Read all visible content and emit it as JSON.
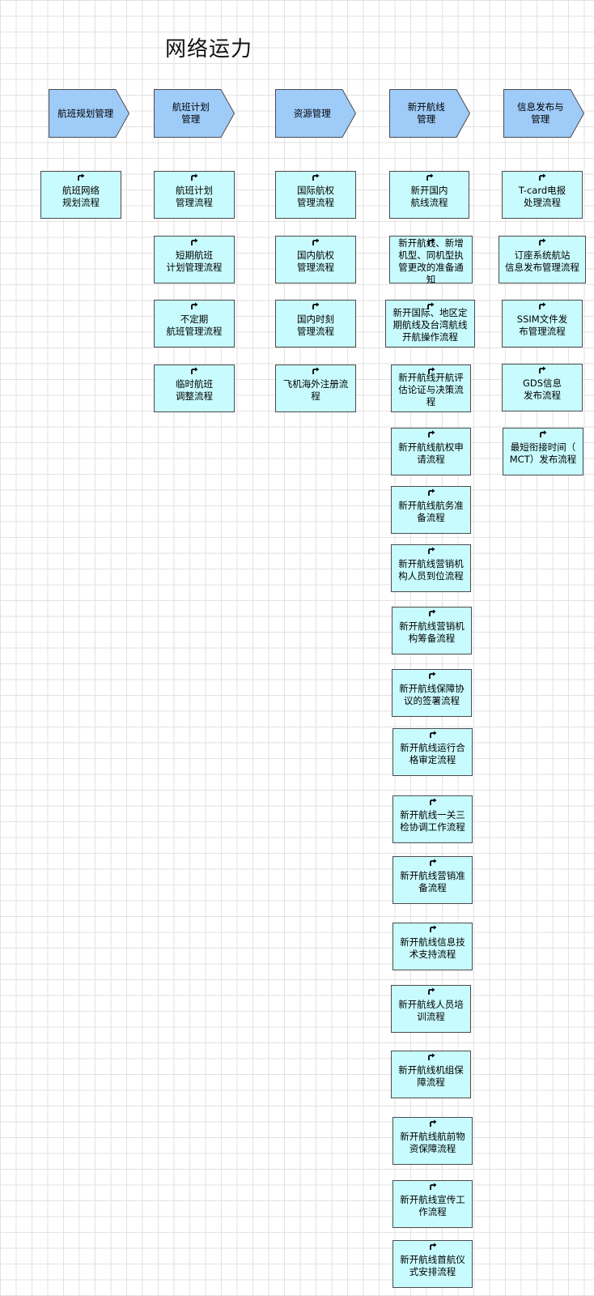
{
  "title": "网络运力",
  "lanes": [
    {
      "header": "航班规划管理",
      "items": [
        "航班网络\n规划流程"
      ]
    },
    {
      "header": "航班计划\n管理",
      "items": [
        "航班计划\n管理流程",
        "短期航班\n计划管理流程",
        "不定期\n航班管理流程",
        "临时航班\n调整流程"
      ]
    },
    {
      "header": "资源管理",
      "items": [
        "国际航权\n管理流程",
        "国内航权\n管理流程",
        "国内时刻\n管理流程",
        "飞机海外注册流\n程"
      ]
    },
    {
      "header": "新开航线\n管理",
      "items": [
        "新开国内\n航线流程",
        "新开航线、新增\n机型、同机型执\n管更改的准备通\n知",
        "新开国际、地区定\n期航线及台湾航线\n开航操作流程",
        "新开航线开航评\n估论证与决策流\n程",
        "新开航线航权申\n请流程",
        "新开航线航务准\n备流程",
        "新开航线营销机\n构人员到位流程",
        "新开航线营销机\n构筹备流程",
        "新开航线保障协\n议的签署流程",
        "新开航线运行合\n格审定流程",
        "新开航线一关三\n检协调工作流程",
        "新开航线营销准\n备流程",
        "新开航线信息技\n术支持流程",
        "新开航线人员培\n训流程",
        "新开航线机组保\n障流程",
        "新开航线航前物\n资保障流程",
        "新开航线宣传工\n作流程",
        "新开航线首航仪\n式安排流程"
      ]
    },
    {
      "header": "信息发布与\n管理",
      "items": [
        "T-card电报\n处理流程",
        "订座系统航站\n信息发布管理流程",
        "SSIM文件发\n布管理流程",
        "GDS信息\n发布流程",
        "最短衔接时间（\nMCT）发布流程"
      ]
    }
  ],
  "colors": {
    "header_fill": "#9ecbf8",
    "process_fill": "#c8fbfd",
    "border": "#4b4b4b",
    "grid": "#e2e2e2"
  },
  "icons": {
    "process": "process-link-icon"
  }
}
